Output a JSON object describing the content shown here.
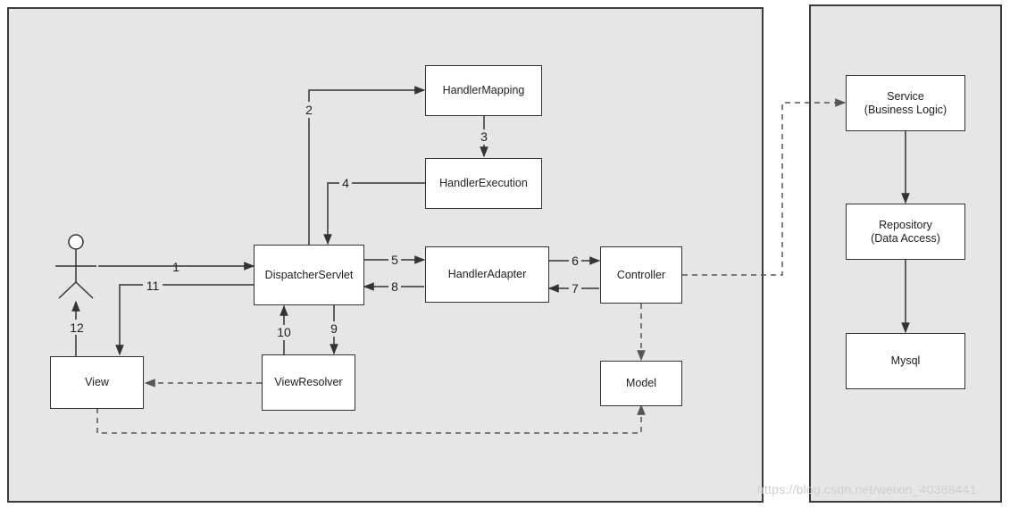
{
  "nodes": {
    "handler_mapping": "HandlerMapping",
    "handler_execution": "HandlerExecution",
    "dispatcher_servlet": "DispatcherServlet",
    "handler_adapter": "HandlerAdapter",
    "controller": "Controller",
    "view": "View",
    "view_resolver": "ViewResolver",
    "model": "Model",
    "service": "Service\n(Business Logic)",
    "repository": "Repository\n(Data Access)",
    "mysql": "Mysql"
  },
  "steps": [
    "1",
    "2",
    "3",
    "4",
    "5",
    "6",
    "7",
    "8",
    "9",
    "10",
    "11",
    "12"
  ],
  "watermark": "https://blog.csdn.net/weixin_40388441",
  "colors": {
    "container_fill": "#e6e6e6",
    "line": "#333333",
    "dashed_line": "#555555"
  }
}
